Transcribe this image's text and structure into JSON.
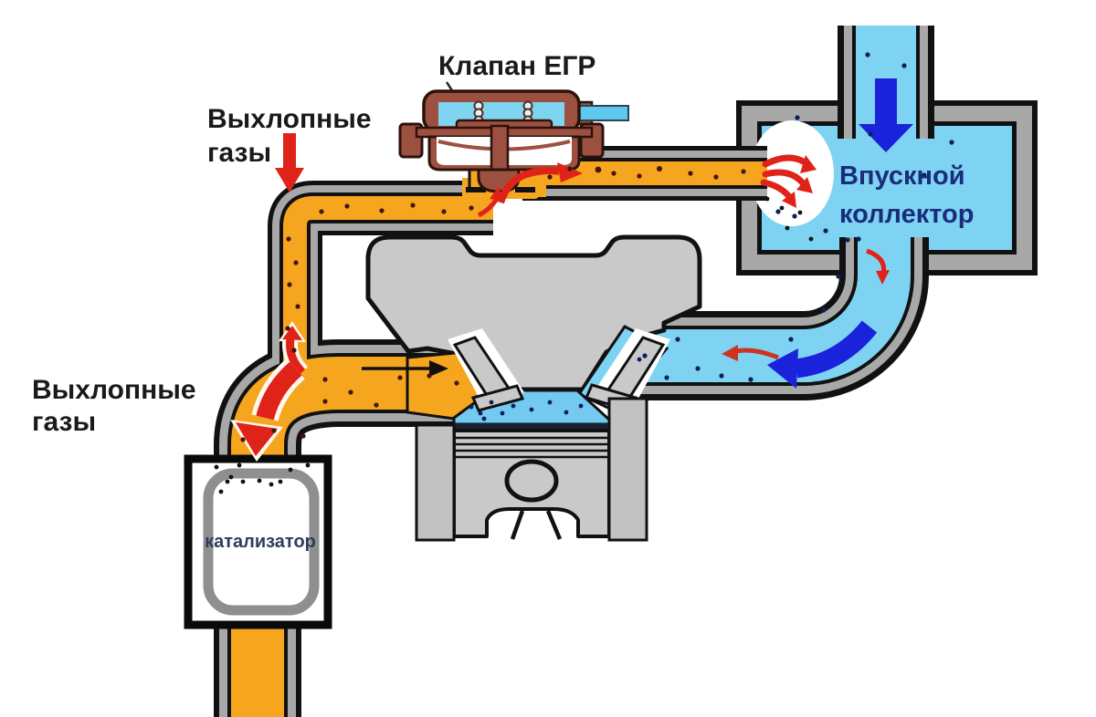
{
  "diagram": {
    "labels": {
      "egr_valve": "Клапан ЕГР",
      "exhaust_top": {
        "line1": "Выхлопные",
        "line2": "газы"
      },
      "exhaust_left": {
        "line1": "Выхлопные",
        "line2": "газы"
      },
      "intake_manifold": {
        "line1": "Впускной",
        "line2": "коллектор"
      },
      "catalyst": "катализатор"
    },
    "colors": {
      "exhaust_gas_orange": "#F6A51E",
      "intake_air_blue": "#7ED3F2",
      "combustion_chamber_blue": "#74C9F0",
      "exhaust_flow_red": "#E02318",
      "intake_flow_blue": "#1A23DB",
      "egr_valve_brown": "#9C5140",
      "engine_gray": "#C9C9C9",
      "pipe_wall_gray": "#A8A8A8",
      "outline_black": "#111111",
      "intake_label_navy": "#1B2C7A",
      "catalyst_label_navy": "#2F3C5F",
      "label_black": "#1A1A1A"
    }
  }
}
